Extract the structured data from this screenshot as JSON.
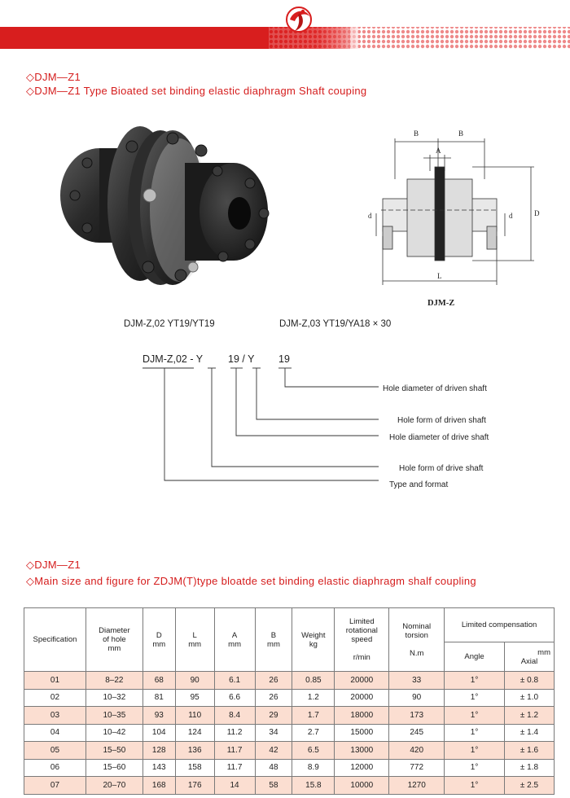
{
  "brand": {
    "accent_color": "#d81e1e",
    "logo_icon": "brand-swirl-logo"
  },
  "section1": {
    "line1": "◇DJM—Z1",
    "line2": "◇DJM—Z1 Type Bioated set binding elastic diaphragm Shaft couping"
  },
  "diagram": {
    "labels": {
      "b_left": "B",
      "b_right": "B",
      "a": "A",
      "d_left": "d",
      "d_right": "d",
      "D": "D",
      "L": "L"
    },
    "caption": "DJM-Z"
  },
  "model_examples": [
    "DJM-Z,02 YT19/YT19",
    "DJM-Z,03 YT19/YA18 × 30"
  ],
  "code_breakdown": {
    "code_parts": [
      "DJM-Z,02 - Y",
      "19 / Y",
      "19"
    ],
    "labels": [
      "Hole diameter of driven shaft",
      "Hole form of driven shaft",
      "Hole diameter of drive shaft",
      "Hole form of drive shaft",
      "Type and format"
    ]
  },
  "section2": {
    "line1": "◇DJM—Z1",
    "line2": "◇Main size and figure for ZDJM(T)type bloatde set binding elastic diaphragm shalf coupling"
  },
  "table": {
    "headers": {
      "specification": "Specification",
      "diameter_line1": "Diameter",
      "diameter_line2": "of hole",
      "diameter_line3": "mm",
      "D": "D",
      "D_unit": "mm",
      "L": "L",
      "L_unit": "mm",
      "A": "A",
      "A_unit": "mm",
      "B": "B",
      "B_unit": "mm",
      "weight": "Weight",
      "weight_unit": "kg",
      "speed_line1": "Limited",
      "speed_line2": "rotational",
      "speed_line3": "speed",
      "speed_unit": "r/min",
      "torsion_line1": "Nominal",
      "torsion_line2": "torsion",
      "torsion_unit": "N.m",
      "compensation": "Limited compensation",
      "angle": "Angle",
      "axial_unit": "mm",
      "axial": "Axial"
    },
    "rows": [
      [
        "01",
        "8–22",
        "68",
        "90",
        "6.1",
        "26",
        "0.85",
        "20000",
        "33",
        "1°",
        "± 0.8"
      ],
      [
        "02",
        "10–32",
        "81",
        "95",
        "6.6",
        "26",
        "1.2",
        "20000",
        "90",
        "1°",
        "± 1.0"
      ],
      [
        "03",
        "10–35",
        "93",
        "110",
        "8.4",
        "29",
        "1.7",
        "18000",
        "173",
        "1°",
        "± 1.2"
      ],
      [
        "04",
        "10–42",
        "104",
        "124",
        "11.2",
        "34",
        "2.7",
        "15000",
        "245",
        "1°",
        "± 1.4"
      ],
      [
        "05",
        "15–50",
        "128",
        "136",
        "11.7",
        "42",
        "6.5",
        "13000",
        "420",
        "1°",
        "± 1.6"
      ],
      [
        "06",
        "15–60",
        "143",
        "158",
        "11.7",
        "48",
        "8.9",
        "12000",
        "772",
        "1°",
        "± 1.8"
      ],
      [
        "07",
        "20–70",
        "168",
        "176",
        "14",
        "58",
        "15.8",
        "10000",
        "1270",
        "1°",
        "± 2.5"
      ]
    ]
  }
}
